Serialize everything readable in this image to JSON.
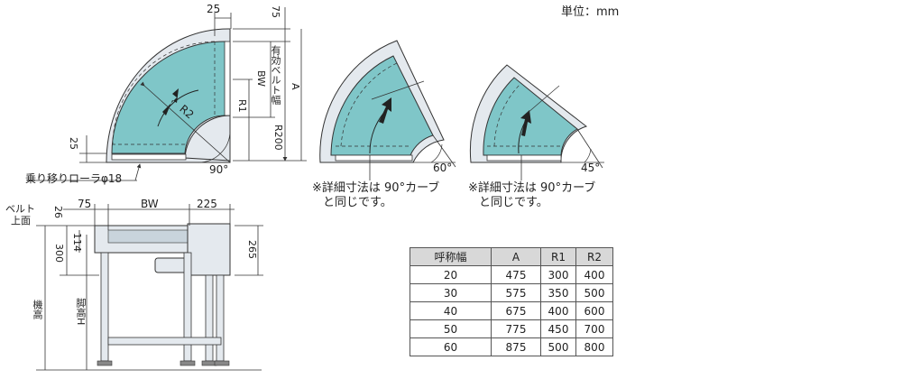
{
  "unit_label": "単位：mm",
  "curve90": {
    "labels": {
      "top_width": "25",
      "top_gap": "75",
      "bw": "BW",
      "effective_belt_width": "有効ベルト幅",
      "a": "A",
      "r1": "R1",
      "r2": "R2",
      "r200": "R200",
      "bottom_gap": "25",
      "angle": "90°",
      "transfer_roller": "乗り移りローラφ18"
    }
  },
  "curve60": {
    "angle": "60°",
    "note_line1": "※詳細寸法は 90°カーブ",
    "note_line2": "と同じです。"
  },
  "curve45": {
    "angle": "45°",
    "note_line1": "※詳細寸法は 90°カーブ",
    "note_line2": "と同じです。"
  },
  "side_view": {
    "belt_top_line1": "ベルト",
    "belt_top_line2": "上面",
    "d26": "26",
    "d75": "75",
    "bw": "BW",
    "d225": "225",
    "d114": "114",
    "d300": "300",
    "d265": "265",
    "machine_height": "機高",
    "leg_height": "脚高H"
  },
  "table": {
    "headers": [
      "呼称幅",
      "A",
      "R1",
      "R2"
    ],
    "rows": [
      [
        "20",
        "475",
        "300",
        "400"
      ],
      [
        "30",
        "575",
        "350",
        "500"
      ],
      [
        "40",
        "675",
        "400",
        "600"
      ],
      [
        "50",
        "775",
        "450",
        "700"
      ],
      [
        "60",
        "875",
        "500",
        "800"
      ]
    ]
  },
  "colors": {
    "belt_fill": "#7fc6c8",
    "frame_fill": "#e4e9ee",
    "outline": "#333333"
  }
}
